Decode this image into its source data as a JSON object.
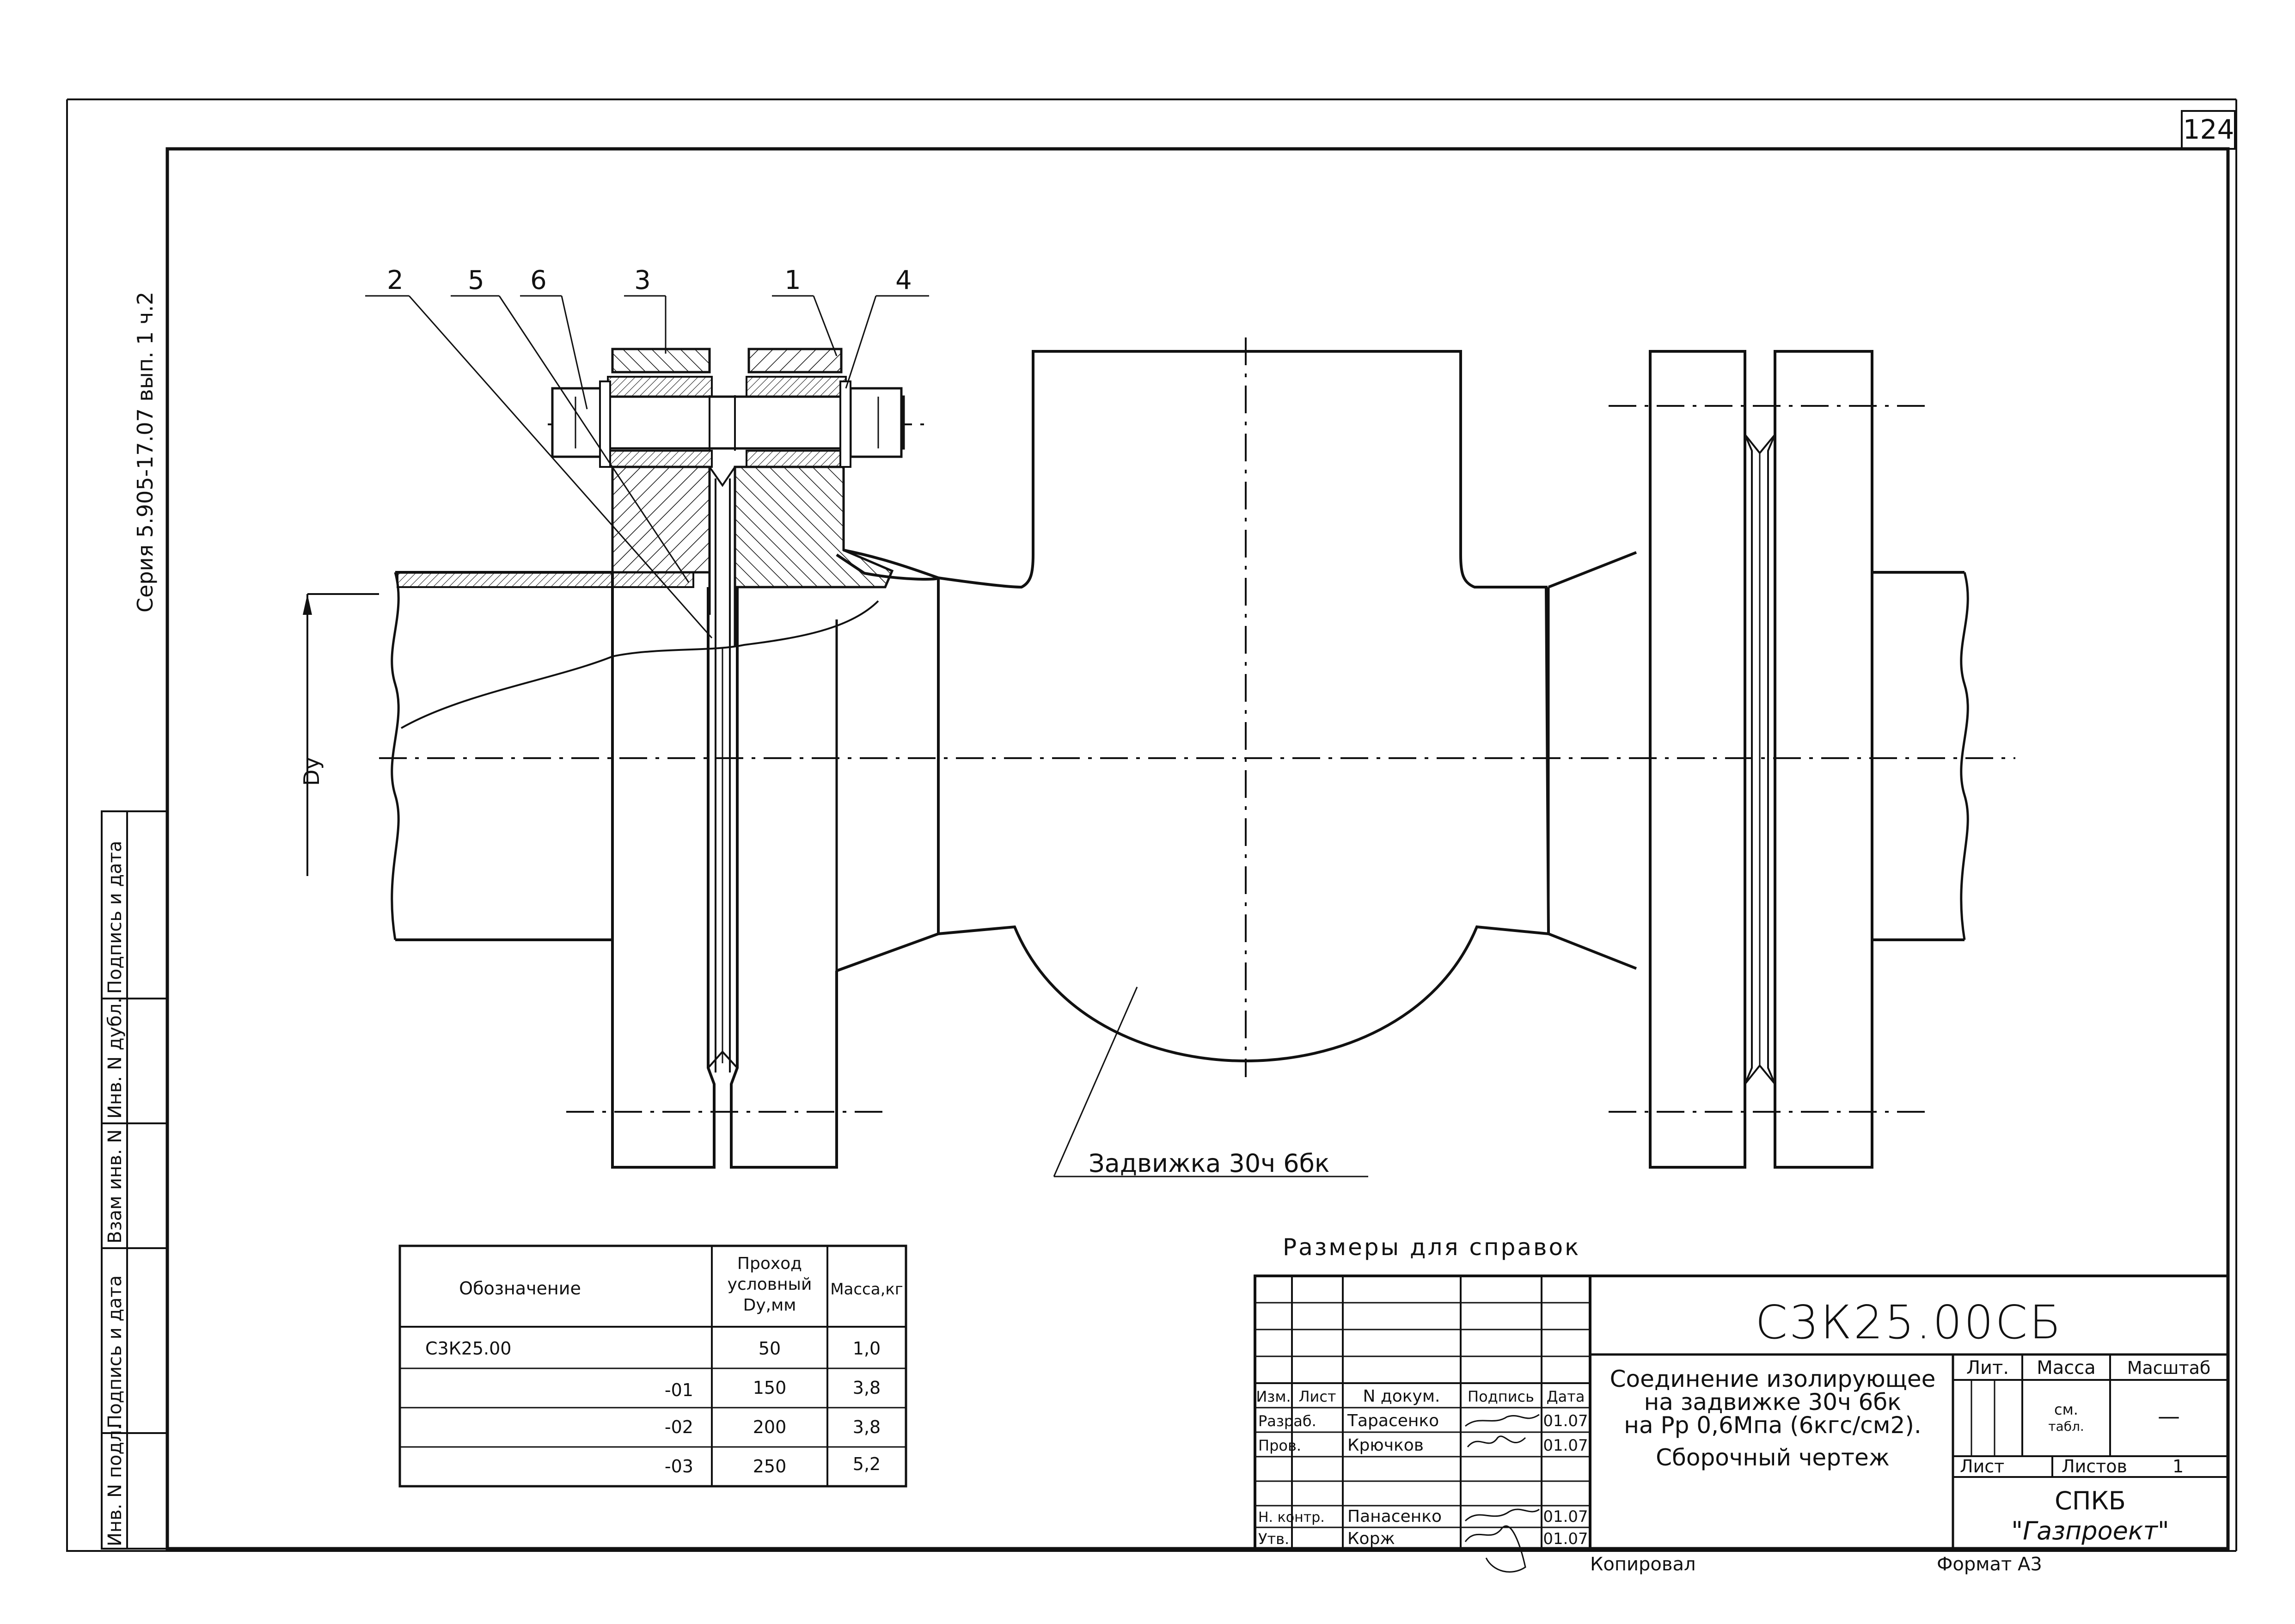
{
  "sheet": {
    "page_number": "124",
    "series_text": "Серия 5.905-17.07 вып. 1  ч.2"
  },
  "side_stamp": {
    "labels": [
      "Инв. N подл.",
      "Подпись и дата",
      "Взам инв. N",
      "Инв. N дубл.",
      "Подпись и дата"
    ]
  },
  "callouts": {
    "numbers": [
      "2",
      "5",
      "6",
      "3",
      "1",
      "4"
    ],
    "valve_label": "Задвижка 30ч 6бк",
    "dimension_label": "Dy"
  },
  "spec_table": {
    "headers": [
      "Обозначение",
      "Проход условный Dy,мм",
      "Масса,кг"
    ],
    "header_lines": {
      "passage": [
        "Проход",
        "условный",
        "Dy,мм"
      ]
    },
    "rows": [
      {
        "designation": "С3К25.00",
        "dy": "50",
        "mass": "1,0"
      },
      {
        "designation": "-01",
        "dy": "150",
        "mass": "3,8"
      },
      {
        "designation": "-02",
        "dy": "200",
        "mass": "3,8"
      },
      {
        "designation": "-03",
        "dy": "250",
        "mass": "5,2"
      }
    ]
  },
  "notes": {
    "reference_dimensions": "Размеры для справок"
  },
  "title_block": {
    "doc_code": "С3К25.00СБ",
    "title_lines": [
      "Соединение изолирующее",
      "на задвижке 30ч 6бк",
      "на Рр 0,6Мпа (6кгс/см2).",
      "Сборочный чертеж"
    ],
    "columns": [
      "Изм.",
      "Лист",
      "N докум.",
      "Подпись",
      "Дата"
    ],
    "people": [
      {
        "role": "Разраб.",
        "name": "Тарасенко",
        "date": "01.07"
      },
      {
        "role": "Пров.",
        "name": "Крючков",
        "date": "01.07"
      },
      {
        "role": "Н. контр.",
        "name": "Панасенко",
        "date": "01.07"
      },
      {
        "role": "Утв.",
        "name": "Корж",
        "date": "01.07"
      }
    ],
    "lit_label": "Лит.",
    "mass_label": "Масса",
    "scale_label": "Масштаб",
    "mass_value": "см. табл.",
    "mass_value_lines": [
      "см.",
      "табл."
    ],
    "scale_value": "—",
    "sheet_label": "Лист",
    "sheets_label": "Листов",
    "sheets_value": "1",
    "org_lines": [
      "СПКБ",
      "\"Газпроект\""
    ],
    "copied_label": "Копировал",
    "format_label": "Формат А3"
  }
}
